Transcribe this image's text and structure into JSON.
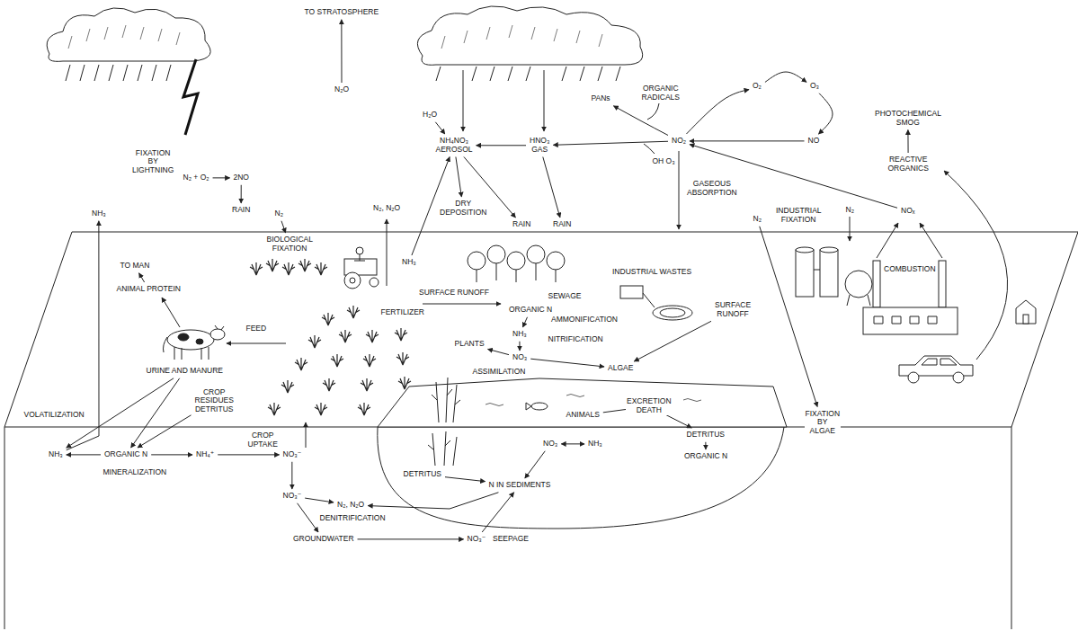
{
  "diagram": {
    "nodes": [
      {
        "text": [
          "N₂ + O₂"
        ]
      },
      {
        "text": [
          "2NO"
        ]
      },
      {
        "text": [
          "RAIN"
        ]
      },
      {
        "text": [
          "TO STRATOSPHERE"
        ]
      },
      {
        "text": [
          "N₂O"
        ]
      },
      {
        "text": [
          "H₂O"
        ]
      },
      {
        "text": [
          "NH₄NO₃",
          "AEROSOL"
        ]
      },
      {
        "text": [
          "HNO₃",
          "GAS"
        ]
      },
      {
        "text": [
          "NO₂"
        ]
      },
      {
        "text": [
          "NO"
        ]
      },
      {
        "text": [
          "O₂"
        ]
      },
      {
        "text": [
          "O₃"
        ]
      },
      {
        "text": [
          "ORGANIC RADICALS"
        ]
      },
      {
        "text": [
          "PANs"
        ]
      },
      {
        "text": [
          "PHOTOCHEMICAL SMOG"
        ]
      },
      {
        "text": [
          "REACTIVE ORGANICS"
        ]
      },
      {
        "text": [
          "NOₓ"
        ]
      },
      {
        "text": [
          "DRY DEPOSITION"
        ]
      },
      {
        "text": [
          "RAIN"
        ]
      },
      {
        "text": [
          "RAIN"
        ]
      },
      {
        "text": [
          "NH₃"
        ]
      },
      {
        "text": [
          "N₂, N₂O"
        ]
      },
      {
        "text": [
          "NH₃"
        ]
      },
      {
        "text": [
          "N₂"
        ]
      },
      {
        "text": [
          "BIOLOGICAL FIXATION"
        ]
      },
      {
        "text": [
          "TO MAN"
        ]
      },
      {
        "text": [
          "ANIMAL PROTEIN"
        ]
      },
      {
        "text": [
          "URINE AND MANURE"
        ]
      },
      {
        "text": [
          "CROP RESIDUES DETRITUS"
        ]
      },
      {
        "text": [
          "NH₃"
        ]
      },
      {
        "text": [
          "ORGANIC N"
        ]
      },
      {
        "text": [
          "NH₄⁺"
        ]
      },
      {
        "text": [
          "NO₃⁻"
        ]
      },
      {
        "text": [
          "NO₃⁻"
        ]
      },
      {
        "text": [
          "GROUNDWATER"
        ]
      },
      {
        "text": [
          "N₂, N₂O"
        ]
      },
      {
        "text": [
          "ORGANIC N"
        ]
      },
      {
        "text": [
          "NH₃"
        ]
      },
      {
        "text": [
          "NO₃"
        ]
      },
      {
        "text": [
          "PLANTS"
        ]
      },
      {
        "text": [
          "ALGAE"
        ]
      },
      {
        "text": [
          "SURFACE RUNOFF"
        ]
      },
      {
        "text": [
          "ANIMALS"
        ]
      },
      {
        "text": [
          "NO₃"
        ]
      },
      {
        "text": [
          "NH₃"
        ]
      },
      {
        "text": [
          "N IN SEDIMENTS"
        ]
      },
      {
        "text": [
          "DETRITUS"
        ]
      },
      {
        "text": [
          "DETRITUS"
        ]
      },
      {
        "text": [
          "ORGANIC N"
        ]
      },
      {
        "text": [
          "NO₃⁻"
        ]
      },
      {
        "text": [
          "N₂"
        ]
      },
      {
        "text": [
          "FIXATION BY ALGAE"
        ]
      },
      {
        "text": [
          "N₂"
        ]
      }
    ],
    "edges": [
      {
        "from": 0,
        "to": 1,
        "arrow": "to"
      },
      {
        "from": 1,
        "to": 2,
        "arrow": "to"
      },
      {
        "from": 4,
        "to": 3,
        "arrow": "to"
      },
      {
        "from": 5,
        "to": 6,
        "arrow": "to"
      },
      {
        "from": 7,
        "to": 6,
        "arrow": "to"
      },
      {
        "from": 8,
        "to": 7,
        "arrow": "to"
      },
      {
        "from": 9,
        "to": 8,
        "arrow": "to"
      },
      {
        "from": 10,
        "to": 11,
        "arrow": "to"
      },
      {
        "from": 11,
        "to": 9,
        "arrow": "to"
      },
      {
        "from": 8,
        "to": 10,
        "arrow": "to"
      },
      {
        "from": 8,
        "to": 13,
        "arrow": "to"
      },
      {
        "from": 15,
        "to": 14,
        "arrow": "to"
      },
      {
        "from": 16,
        "to": 8,
        "arrow": "to"
      },
      {
        "from": 6,
        "to": 17,
        "arrow": "to"
      },
      {
        "from": 6,
        "to": 18,
        "arrow": "to"
      },
      {
        "from": 7,
        "to": 19,
        "arrow": "to"
      },
      {
        "from": 20,
        "to": 6,
        "arrow": "to"
      },
      {
        "from": 29,
        "to": 22,
        "arrow": "to"
      },
      {
        "from": 23,
        "to": 24,
        "arrow": "to"
      },
      {
        "from": 26,
        "to": 25,
        "arrow": "to"
      },
      {
        "from": 27,
        "to": 29,
        "arrow": "to"
      },
      {
        "from": 27,
        "to": 30,
        "arrow": "to"
      },
      {
        "from": 28,
        "to": 30,
        "arrow": "to"
      },
      {
        "from": 30,
        "to": 29,
        "arrow": "to"
      },
      {
        "from": 30,
        "to": 31,
        "arrow": "to"
      },
      {
        "from": 31,
        "to": 32,
        "arrow": "to"
      },
      {
        "from": 32,
        "to": 33,
        "arrow": "to"
      },
      {
        "from": 33,
        "to": 34,
        "arrow": "to"
      },
      {
        "from": 33,
        "to": 35,
        "arrow": "to"
      },
      {
        "from": 36,
        "to": 37,
        "arrow": "to"
      },
      {
        "from": 37,
        "to": 38,
        "arrow": "to"
      },
      {
        "from": 38,
        "to": 39,
        "arrow": "to"
      },
      {
        "from": 38,
        "to": 40,
        "arrow": "to"
      },
      {
        "from": 41,
        "to": 40,
        "arrow": "to"
      },
      {
        "from": 42,
        "to": 47,
        "label": "EXCRETION DEATH",
        "arrow": "to"
      },
      {
        "from": 47,
        "to": 48,
        "arrow": "to"
      },
      {
        "from": 43,
        "to": 44,
        "arrow": "both"
      },
      {
        "from": 43,
        "to": 45,
        "arrow": "to"
      },
      {
        "from": 46,
        "to": 45,
        "arrow": "to"
      },
      {
        "from": 49,
        "to": 45,
        "arrow": "to"
      },
      {
        "from": 34,
        "to": 49,
        "arrow": "to"
      },
      {
        "from": 45,
        "to": 35,
        "arrow": "to"
      },
      {
        "from": 50,
        "to": 51,
        "arrow": "to"
      }
    ],
    "labels": [
      "FIXATION BY LIGHTNING",
      "OH O₃",
      "GASEOUS ABSORPTION",
      "INDUSTRIAL FIXATION",
      "COMBUSTION",
      "VOLATILIZATION",
      "MINERALIZATION",
      "CROP UPTAKE",
      "DENITRIFICATION",
      "SEEPAGE",
      "AMMONIFICATION",
      "NITRIFICATION",
      "ASSIMILATION",
      "SURFACE RUNOFF",
      "SEWAGE",
      "INDUSTRIAL WASTES",
      "FERTILIZER",
      "FEED"
    ]
  }
}
